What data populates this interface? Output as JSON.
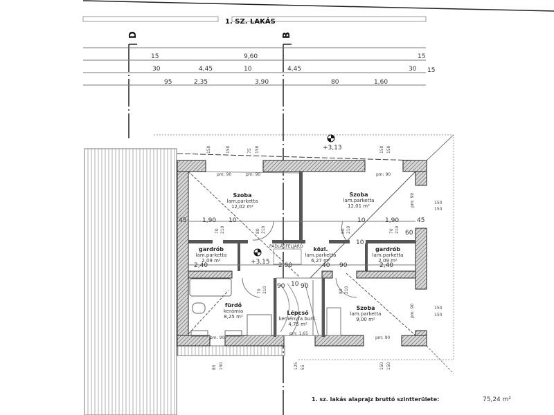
{
  "title": "1. SZ. LAKÁS",
  "axes": [
    "D",
    "B"
  ],
  "top_dimensions": {
    "row1": [
      "15",
      "9,60",
      "15"
    ],
    "row2": [
      "30",
      "4,45",
      "10",
      "4,45",
      "30",
      "15"
    ],
    "row3": [
      "95",
      "2,35",
      "3,90",
      "1,60",
      "80"
    ]
  },
  "levels": [
    "+3,13",
    "+3,15"
  ],
  "rooms": [
    {
      "name": "Szoba",
      "floor": "lam.parketta",
      "area": "12,02 m²"
    },
    {
      "name": "Szoba",
      "floor": "lam.parketta",
      "area": "12,01 m²"
    },
    {
      "name": "gardrób",
      "floor": "lam.parketta",
      "area": "2,09 m²"
    },
    {
      "name": "közl.",
      "floor": "lam.parketta",
      "area": "6,27 m²"
    },
    {
      "name": "gardrób",
      "floor": "lam.parketta",
      "area": "2,09 m²"
    },
    {
      "name": "fürdő",
      "floor": "kerámia",
      "area": "8,25 m²"
    },
    {
      "name": "Lépcső",
      "floor": "keményfa burk.",
      "area": "4,75 m²"
    },
    {
      "name": "Szoba",
      "floor": "lam.parketta",
      "area": "9,00 m²"
    }
  ],
  "inner_dimensions": [
    "45",
    "1,90",
    "10",
    "10",
    "1,90",
    "45",
    "60",
    "10",
    "2,40",
    "2,90",
    "40",
    "90",
    "2,40",
    "90",
    "10",
    "90"
  ],
  "window_labels": [
    "pm: 90",
    "pm: 90",
    "pm: 90",
    "pm: 90",
    "pm: 90",
    "pm: 90",
    "pm: 90",
    "pm: 1,65"
  ],
  "small_dims": [
    "150",
    "150",
    "75",
    "150",
    "150",
    "150",
    "150",
    "150",
    "150",
    "150",
    "85",
    "150",
    "125",
    "55",
    "150",
    "150",
    "70",
    "210",
    "80",
    "210",
    "80",
    "210",
    "70",
    "210",
    "70",
    "210",
    "80",
    "210"
  ],
  "attic_hatch": "PADLÁSFELJÁRÓ",
  "footer": {
    "label": "1. sz. lakás alaprajz bruttó szintterülete:",
    "value": "75,24 m²"
  }
}
